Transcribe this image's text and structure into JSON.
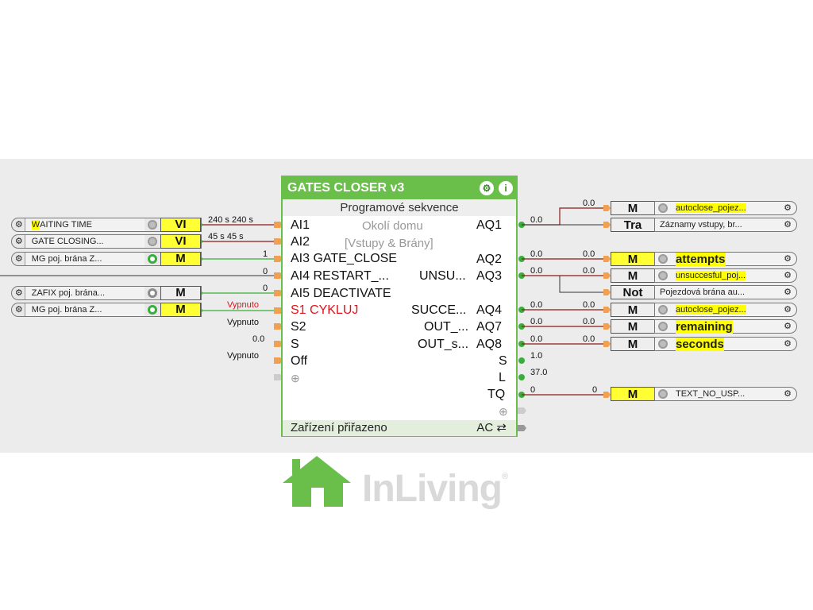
{
  "colors": {
    "accent_green": "#6abf4b",
    "highlight_yellow": "#ffff00",
    "wire_red": "#8b1a1a",
    "wire_green": "#3aae3a",
    "canvas_grey": "#ececec"
  },
  "main_block": {
    "title": "GATES CLOSER v3",
    "subtitle": "Programové sekvence",
    "place": "Okolí domu",
    "category": "[Vstupy & Brány]",
    "footer_label": "Zařízení přiřazeno",
    "footer_ac": "AC ⇄",
    "inputs": [
      "AI1",
      "AI2",
      "AI3 GATE_CLOSE",
      "AI4  RESTART_...",
      "AI5 DEACTIVATE",
      "S1 CYKLUJ",
      "S2",
      "S",
      "Off"
    ],
    "outputs_left_labels": [
      "UNSU...",
      "SUCCE...",
      "OUT_...",
      "OUT_s..."
    ],
    "outputs": [
      "AQ1",
      "AQ2",
      "AQ3",
      "AQ4",
      "AQ7",
      "AQ8",
      "S",
      "L",
      "TQ"
    ],
    "add_icon": "plus-circle-icon",
    "settings_icon": "gear-icon",
    "info_icon": "info-icon"
  },
  "input_values": [
    "240 s 240 s",
    "45 s     45 s",
    "1",
    "0",
    "0",
    "Vypnuto",
    "Vypnuto",
    "0.0",
    "Vypnuto"
  ],
  "left_blocks": [
    {
      "pre": "W",
      "name": "AITING TIME",
      "tag": "VI"
    },
    {
      "pre": "",
      "name": "GATE CLOSING...",
      "tag": "VI"
    },
    {
      "pre": "",
      "name": "MG poj. brána Z...",
      "tag": "M"
    },
    {
      "pre": "",
      "name": "ZAFIX poj. brána...",
      "tag": "M"
    },
    {
      "pre": "",
      "name": "MG poj. brána Z...",
      "tag": "M"
    }
  ],
  "output_values": [
    "0.0",
    "0.0",
    "0.0",
    "0.0",
    "0.0",
    "0.0",
    "1.0",
    "37.0",
    "0"
  ],
  "right_values": [
    "0.0",
    "0.0",
    "0.0",
    "0.0",
    "0.0",
    "0.0",
    "0"
  ],
  "right_blocks": [
    {
      "tag": "M",
      "name_hl": "autoclose_pojez...",
      "name": ""
    },
    {
      "tag": "Tra",
      "name_hl": "",
      "name": "Záznamy vstupy, br..."
    },
    {
      "tag": "M",
      "name_hl": "attempts",
      "name": ""
    },
    {
      "tag": "M",
      "name_hl": "unsuccesful_poj...",
      "name": ""
    },
    {
      "tag": "Not",
      "name_hl": "",
      "name": "Pojezdová brána au..."
    },
    {
      "tag": "M",
      "name_hl": "autoclose_pojez...",
      "name": ""
    },
    {
      "tag": "M",
      "name_hl": "remaining",
      "name": ""
    },
    {
      "tag": "M",
      "name_hl": "seconds",
      "name": ""
    },
    {
      "tag": "M",
      "name_hl": "",
      "name": "TEXT_NO_USP..."
    }
  ],
  "logo": {
    "text": "InLiving",
    "reg": "®"
  }
}
